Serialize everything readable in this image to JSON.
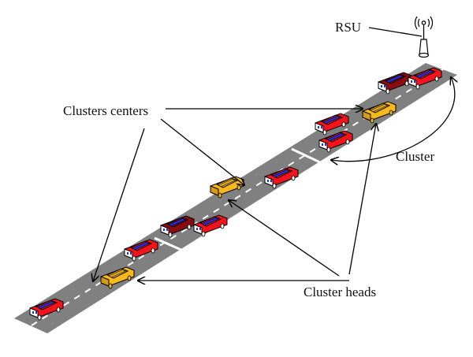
{
  "diagram": {
    "title": "Vehicle clustering on a highway",
    "labels": {
      "rsu": "RSU",
      "clusters_centers": "Clusters centers",
      "cluster": "Cluster",
      "cluster_heads": "Cluster heads"
    },
    "colors": {
      "road": "#808080",
      "lane_marking": "#ffffff",
      "car_red": "#f2141a",
      "car_dark_red": "#8b0c10",
      "car_head": "#f7b81c",
      "windshield": "#1f2fe0",
      "line": "#000000"
    },
    "vehicles": [
      {
        "role": "member",
        "color": "car_red"
      },
      {
        "role": "cluster-head",
        "color": "car_head"
      },
      {
        "role": "member",
        "color": "car_red"
      },
      {
        "role": "member",
        "color": "car_dark_red"
      },
      {
        "role": "member",
        "color": "car_red"
      },
      {
        "role": "cluster-head",
        "color": "car_head"
      },
      {
        "role": "member",
        "color": "car_red"
      },
      {
        "role": "member",
        "color": "car_red"
      },
      {
        "role": "member",
        "color": "car_red"
      },
      {
        "role": "cluster-head",
        "color": "car_head"
      },
      {
        "role": "member",
        "color": "car_dark_red"
      },
      {
        "role": "member",
        "color": "car_red"
      }
    ]
  }
}
